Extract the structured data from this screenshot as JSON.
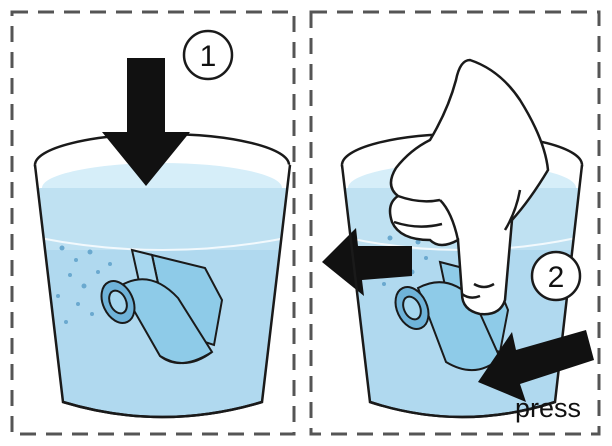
{
  "panels": [
    {
      "step": "1"
    },
    {
      "step": "2",
      "caption": "press"
    }
  ],
  "colors": {
    "outline": "#1a1a1a",
    "water": "#bfe1f2",
    "water_deep": "#8fc7e6",
    "water_surface": "#d6eef9",
    "device": "#8ecbe8",
    "device_shade": "#6fb3d9",
    "bubbles": "#6aa9cf",
    "arrow": "#111111",
    "dash": "#555555",
    "hand": "#ffffff"
  }
}
